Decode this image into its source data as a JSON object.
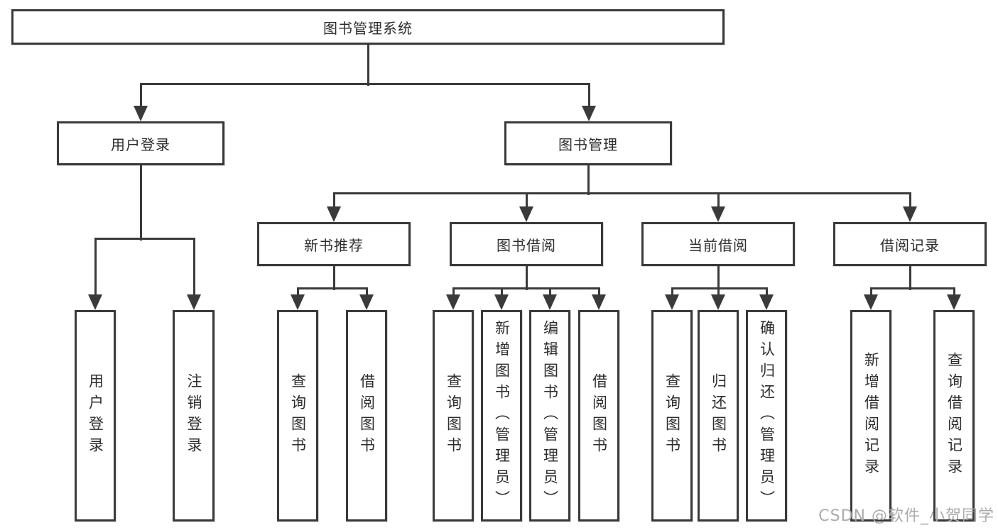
{
  "tree": {
    "root": {
      "label": "图书管理系统",
      "children": [
        {
          "label": "用户登录",
          "children": [
            {
              "label": "用户登录"
            },
            {
              "label": "注销登录"
            }
          ]
        },
        {
          "label": "图书管理",
          "children": [
            {
              "label": "新书推荐",
              "children": [
                {
                  "label": "查询图书"
                },
                {
                  "label": "借阅图书"
                }
              ]
            },
            {
              "label": "图书借阅",
              "children": [
                {
                  "label": "查询图书"
                },
                {
                  "label": "新增图书（管理员）"
                },
                {
                  "label": "编辑图书（管理员）"
                },
                {
                  "label": "借阅图书"
                }
              ]
            },
            {
              "label": "当前借阅",
              "children": [
                {
                  "label": "查询图书"
                },
                {
                  "label": "归还图书"
                },
                {
                  "label": "确认归还（管理员）"
                }
              ]
            },
            {
              "label": "借阅记录",
              "children": [
                {
                  "label": "新增借阅记录"
                },
                {
                  "label": "查询借阅记录"
                }
              ]
            }
          ]
        }
      ]
    }
  },
  "watermark": "CSDN @软件_小贺同学",
  "colors": {
    "line": "#3a3a3a",
    "text": "#2d2d2d",
    "watermark": "#ababab",
    "background": "#ffffff"
  }
}
